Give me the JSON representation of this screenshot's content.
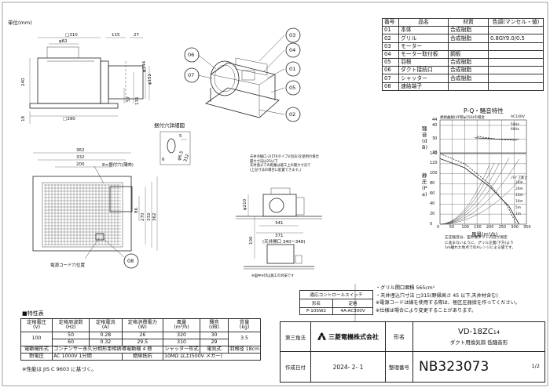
{
  "unit_label": "単位(mm)",
  "top_view": {
    "dims": [
      "□310",
      "115",
      "27",
      "φ82",
      "φ144",
      "φ152",
      "240",
      "18",
      "57",
      "135",
      "□390"
    ]
  },
  "bottom_view": {
    "dims": [
      "362",
      "332",
      "200",
      "86",
      "270",
      "332",
      "362",
      "8×据付穴(薄肉)"
    ],
    "detail_title": "据付穴詳細図",
    "detail_dims": [
      "5",
      "6",
      "φ6.5",
      "332"
    ],
    "cord_label": "電源コード穴位置"
  },
  "callouts": [
    "03",
    "06",
    "07",
    "01",
    "05",
    "02",
    "08"
  ],
  "install_view": {
    "notes": [
      "天井点検口-2(ΣTKタイプ)(別売)を使用の場合",
      "最大寸法は25以下",
      "天井面までの距離は施工上の最大寸法で",
      "(上記寸法の場合に配置できます。)"
    ],
    "dims": [
      "φ210",
      "100",
      "341",
      "371",
      "(天井開口 340～348)"
    ],
    "footnote": "※図中※印は施工の目安です"
  },
  "parts_table": {
    "headers": [
      "番号",
      "品名",
      "材質",
      "色調(マンセル・値)"
    ],
    "rows": [
      [
        "01",
        "本体",
        "合成樹脂",
        ""
      ],
      [
        "02",
        "グリル",
        "合成樹脂",
        "0.8GY9.0/0.5"
      ],
      [
        "03",
        "モーター",
        "",
        ""
      ],
      [
        "04",
        "モーター取付板",
        "鋼板",
        ""
      ],
      [
        "05",
        "羽根",
        "合成樹脂",
        ""
      ],
      [
        "06",
        "ダクト接続口",
        "合成樹脂",
        ""
      ],
      [
        "07",
        "シャッター",
        "合成樹脂",
        ""
      ],
      [
        "08",
        "速結端子",
        "",
        ""
      ]
    ]
  },
  "chart_data": {
    "type": "line",
    "title": "P-Q・騒音特性",
    "subtitle": "規格曲線(VP管φ150)の場合",
    "power_label": "AC100V",
    "noise_axis": {
      "label": "騒音(dB)",
      "ticks": [
        "44",
        "40",
        "30",
        "20"
      ],
      "ylim": [
        20,
        44
      ]
    },
    "static_axis": {
      "label": "静圧(Pa)",
      "ticks": [
        "140",
        "120",
        "100",
        "80",
        "60",
        "40",
        "20",
        "0"
      ],
      "ylim": [
        0,
        140
      ]
    },
    "x_axis": {
      "label": "風量(m³/h)",
      "ticks": [
        "0",
        "50",
        "100",
        "150",
        "200",
        "250",
        "300",
        "350"
      ],
      "xlim": [
        0,
        350
      ]
    },
    "noise_series": [
      {
        "name": "50Hz",
        "x": [
          140,
          230,
          320
        ],
        "values": [
          31,
          30,
          30
        ]
      },
      {
        "name": "60Hz",
        "x": [
          150,
          230,
          310
        ],
        "values": [
          32,
          30,
          29
        ]
      }
    ],
    "pq_series": [
      {
        "name": "50Hz",
        "x": [
          0,
          100,
          200,
          280,
          320
        ],
        "values": [
          130,
          112,
          75,
          35,
          0
        ]
      },
      {
        "name": "60Hz",
        "x": [
          0,
          100,
          200,
          270,
          310
        ],
        "values": [
          140,
          120,
          80,
          38,
          0
        ]
      }
    ],
    "pipe_labels": [
      "パイプ長さ",
      "25m",
      "20m",
      "15m",
      "10m",
      "5m",
      "1m"
    ],
    "notes": [
      "正圧騒音は、室外側ダクト内音が測定",
      "に含まないように、グリル正面(下方)より",
      "1m離れた地点でのAレンジによる値です。"
    ]
  },
  "control_table": {
    "title": "適応コントロールスイッチ",
    "headers": [
      "形名",
      "定格"
    ],
    "rows": [
      [
        "P-10SW2",
        "4A-AC300V"
      ]
    ]
  },
  "notes": [
    "・グリル開口面積 565cm²",
    "・天井埋込穴寸法 □315(野縁高さ 45 以下,天井材含む)",
    "※電源コードは線を使用する際は、極区圧器接を作ってください。",
    "※仕様は場合により変更することがあります。"
  ],
  "spec_table": {
    "title": "■特性表",
    "headers": [
      "定格電圧\n(V)",
      "定格周波数\n(Hz)",
      "定格電流\n(A)",
      "定格消費電力\n(W)",
      "風量\n(m³/h)",
      "騒音\n(dB)",
      "質量\n(kg)"
    ],
    "voltage": "100",
    "rows": [
      [
        "50",
        "0.28",
        "26",
        "320",
        "30"
      ],
      [
        "60",
        "0.32",
        "29.5",
        "310",
        "29"
      ]
    ],
    "mass": "3.5",
    "motor_label": "電動機形式",
    "motor_value": "コンデンサー永久分相形単相誘導電動機 4 極",
    "shutter_label": "シャッター形式",
    "shutter_value": "電気式",
    "blade_label": "羽根径",
    "blade_value": "18cm",
    "withstand_label": "耐電圧",
    "withstand_value": "AC 1000V 1分間",
    "insulation_label": "絶縁抵抗",
    "insulation_value": "10MΩ 以上(500V メガー)",
    "footnote": "※性能は JIS C 9603 に基づく。"
  },
  "title_block": {
    "angle_label": "第三角法",
    "company": "三菱電機株式会社",
    "model_label": "形名",
    "model": "VD-18ZC",
    "model_suffix": "14",
    "product_name": "ダクト用換気扇 低騒音形",
    "date_label": "作成日付",
    "date": "2024- 2- 1",
    "drawing_label": "整理番号",
    "drawing_no": "NB323073",
    "page": "1/2"
  }
}
